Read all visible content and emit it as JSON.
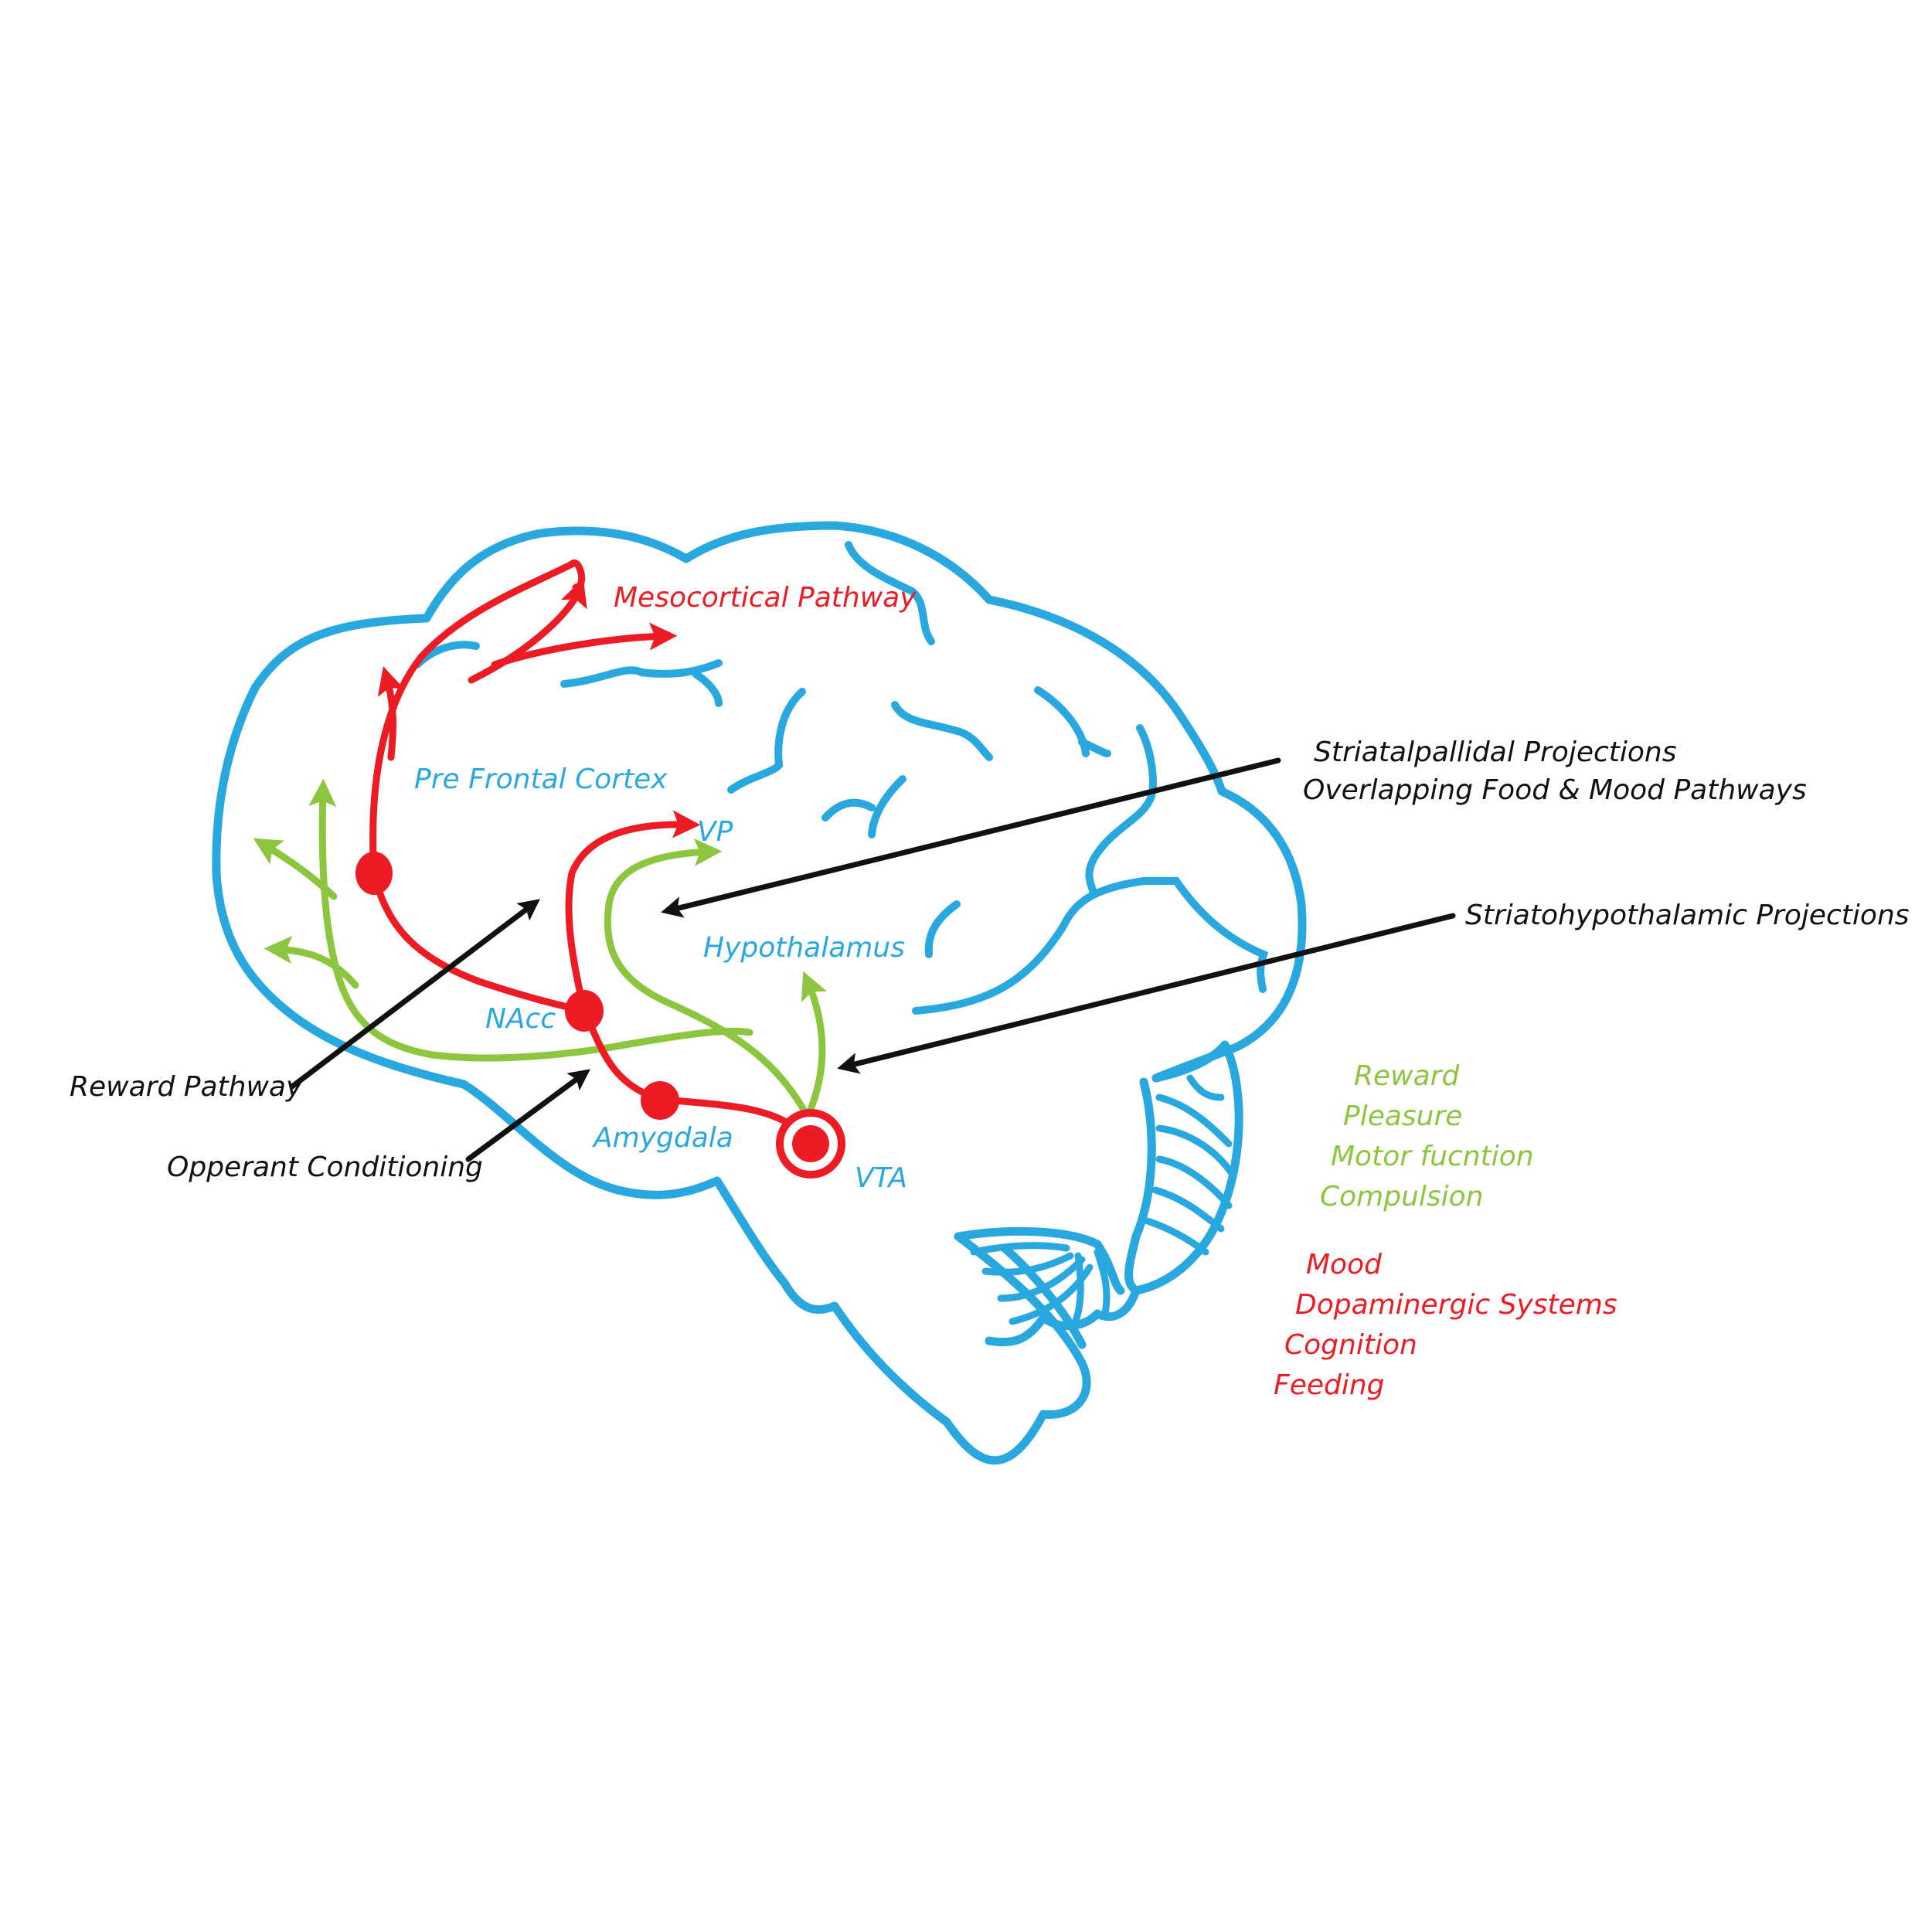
{
  "colors": {
    "brain_outline": "#29a8e0",
    "dopamine_pathway": "#ed1c24",
    "striatal_pathway": "#8cc63f",
    "annotation": "#111111"
  },
  "regions": {
    "pre_frontal_cortex": "Pre Frontal Cortex",
    "vp": "VP",
    "hypothalamus": "Hypothalamus",
    "nacc": "NAcc",
    "amygdala": "Amygdala",
    "vta": "VTA"
  },
  "pathways": {
    "mesocortical": "Mesocortical Pathway"
  },
  "annotations": {
    "striatalpallidal": "Striatalpallidal Projections",
    "overlapping": "Overlapping Food & Mood Pathways",
    "striatohypothalamic": "Striatohypothalamic Projections",
    "reward_pathway": "Reward Pathway",
    "opperant_conditioning": "Opperant Conditioning"
  },
  "legend": {
    "green_items": [
      "Reward",
      "Pleasure",
      "Motor fucntion",
      "Compulsion"
    ],
    "red_items": [
      "Mood",
      "Dopaminergic Systems",
      "Cognition",
      "Feeding"
    ]
  }
}
